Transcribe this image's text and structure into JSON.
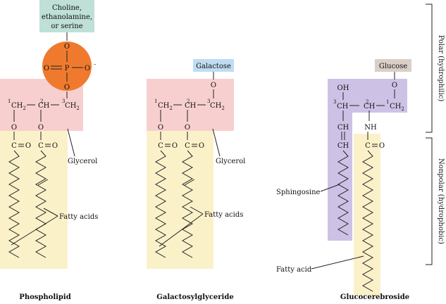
{
  "headgroup_box": [
    "Choline,",
    "ethanolamine,",
    "or serine"
  ],
  "phosphate": {
    "top_O": "O",
    "left": "O",
    "P": "P",
    "right": "O",
    "charge": "–",
    "bottom_O": "O"
  },
  "galactose_label": "Galactose",
  "glucose_label": "Glucose",
  "atoms": {
    "CH2": "CH",
    "CH": "CH",
    "sub2": "2",
    "O": "O",
    "C": "C",
    "OH": "OH",
    "NH": "NH",
    "n1": "1",
    "n2": "2",
    "n3": "3"
  },
  "labels": {
    "glycerol": "Glycerol",
    "fatty_acids": "Fatty acids",
    "sphingosine": "Sphingosine",
    "fatty_acid": "Fatty acid"
  },
  "titles": {
    "phospholipid": "Phospholipid",
    "galactosylglyceride": "Galactosylglyceride",
    "glucocerebroside": "Glucocerebroside"
  },
  "side_labels": {
    "polar": "Polar (hydrophilic)",
    "nonpolar": "Nonpolar (hydrophobic)"
  },
  "colors": {
    "fatty_tan": "#fbf1c9",
    "glycerol_pink": "#f8cfcf",
    "phosphate_orange": "#ef7a2e",
    "headgroup_teal": "#bfe0d6",
    "galactose_blue": "#bfdcf2",
    "glucose_taupe": "#d9cfc6",
    "sphingosine_purple": "#cdc2e6"
  }
}
